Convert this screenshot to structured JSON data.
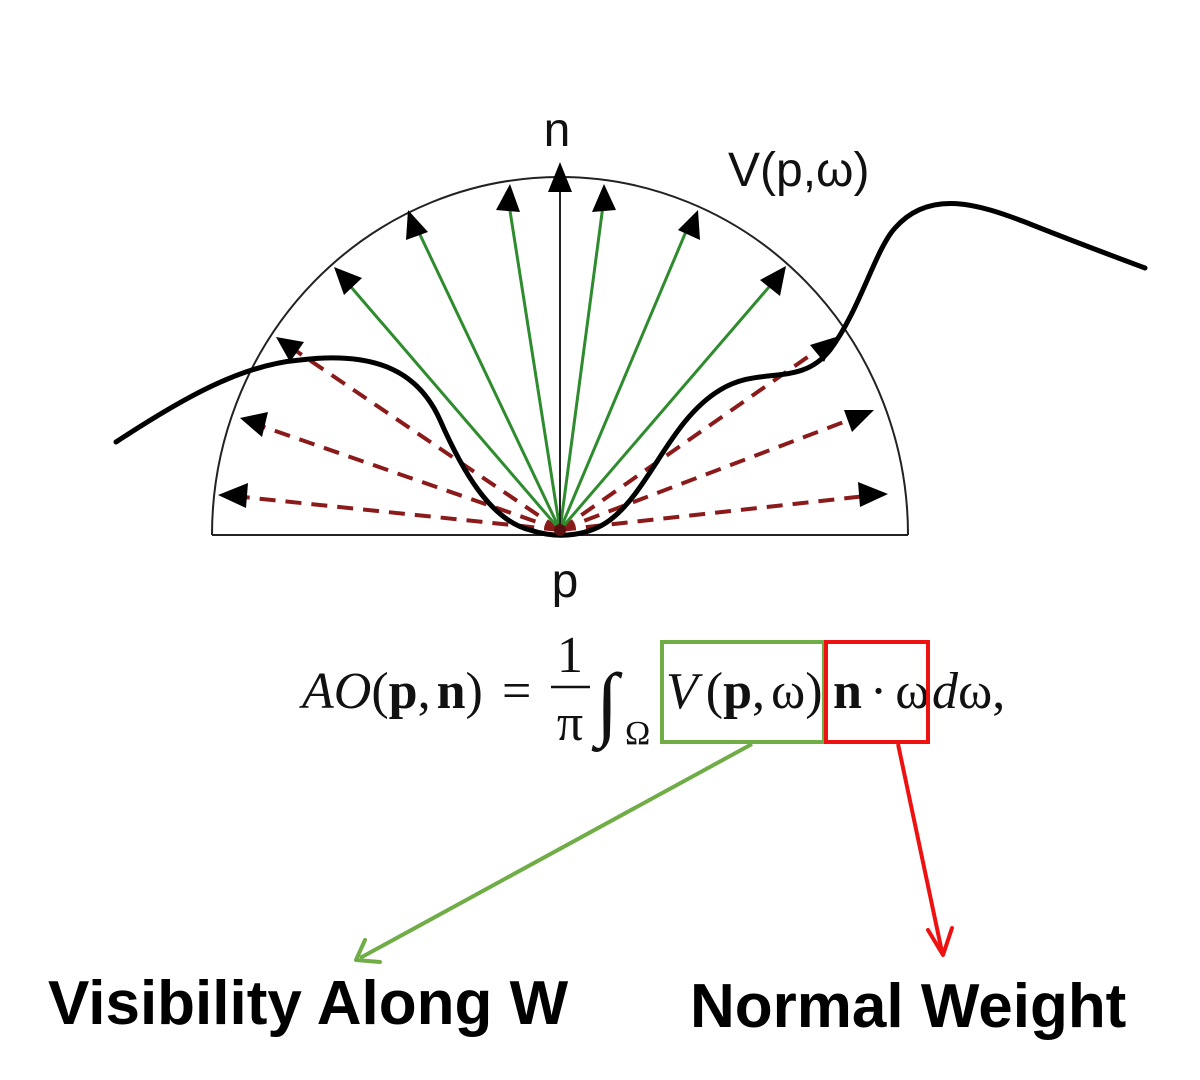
{
  "labels": {
    "normal": "n",
    "point": "p",
    "visibility_function": "V(p,ω)"
  },
  "formula": {
    "lhs_prefix": "AO",
    "lhs_args_open": "(",
    "lhs_p": "p",
    "lhs_comma": ",",
    "lhs_n": "n",
    "lhs_args_close": ")",
    "equals": "=",
    "frac_num": "1",
    "frac_den": "π",
    "integral": "∫",
    "integral_sub": "Ω",
    "vis_V": "V",
    "vis_open": "(",
    "vis_p": "p",
    "vis_sep": ",",
    "vis_omega": "ω)",
    "weight_n": "n",
    "weight_dot": "·",
    "weight_omega": "ω",
    "diff_d": "d",
    "diff_omega": "ω,"
  },
  "annotations": {
    "visibility_caption": "Visibility Along W",
    "normal_caption": "Normal Weight"
  },
  "colors": {
    "visible_ray": "#2e8b2e",
    "occluded_ray": "#8b1a1a",
    "visibility_box": "#70ad47",
    "normal_box": "#ee1111",
    "hemisphere": "#222222",
    "surface": "#000000"
  }
}
